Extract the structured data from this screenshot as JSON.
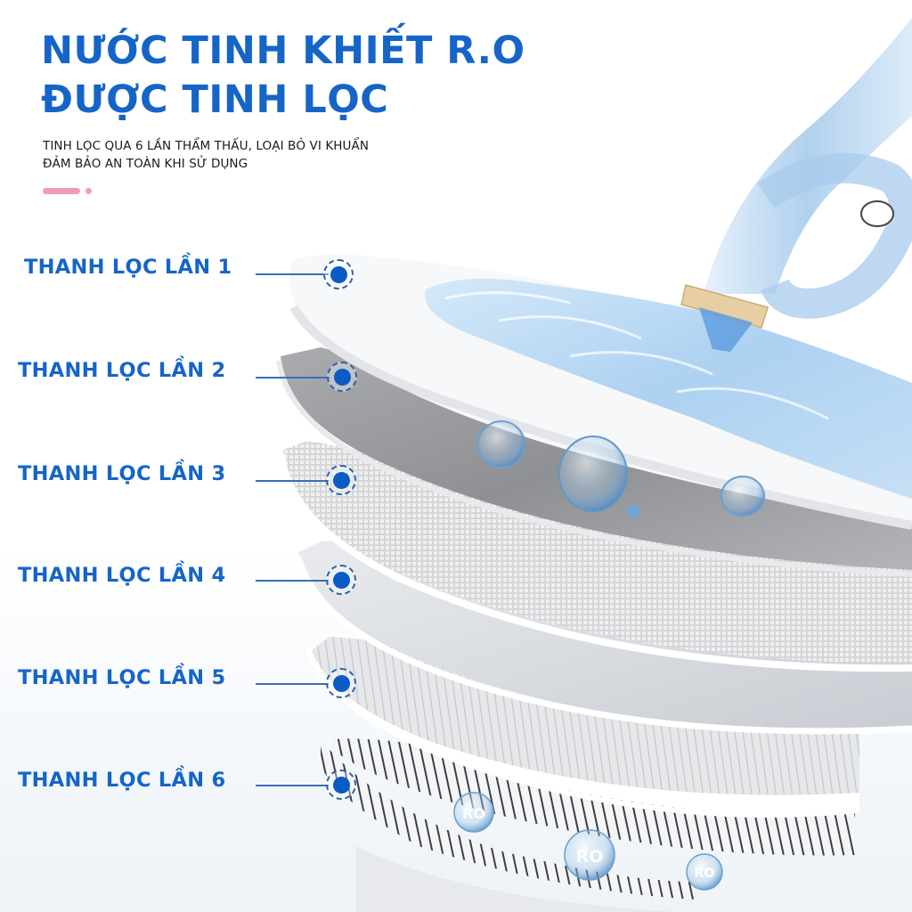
{
  "header": {
    "title_line1": "NƯỚC TINH KHIẾT R.O",
    "title_line2": "ĐƯỢC TINH LỌC",
    "subtitle_line1": "TINH LỌC QUA 6 LẦN THẨM THẤU, LOẠI BỎ VI KHUẨN",
    "subtitle_line2": "ĐẢM BẢO AN TOÀN KHI SỬ DỤNG"
  },
  "stages": [
    {
      "label": "THANH LỌC LẦN 1",
      "layer": "white-solid"
    },
    {
      "label": "THANH LỌC LẦN 2",
      "layer": "grey-solid"
    },
    {
      "label": "THANH LỌC LẦN 3",
      "layer": "fine-mesh"
    },
    {
      "label": "THANH LỌC LẦN 4",
      "layer": "light-grey-membrane"
    },
    {
      "label": "THANH LỌC LẦN 5",
      "layer": "thin-striped"
    },
    {
      "label": "THANH LỌC LẦN 6",
      "layer": "pleated-ro-membrane"
    }
  ],
  "droplet_labels": [
    "RO",
    "RO",
    "RO"
  ],
  "colors": {
    "brand_blue": "#1565c8",
    "marker_blue": "#0a5bc6",
    "accent_pink": "#f29ab9",
    "water_blue": "#a9cff0",
    "faucet_ring": "#e8cfa3"
  }
}
